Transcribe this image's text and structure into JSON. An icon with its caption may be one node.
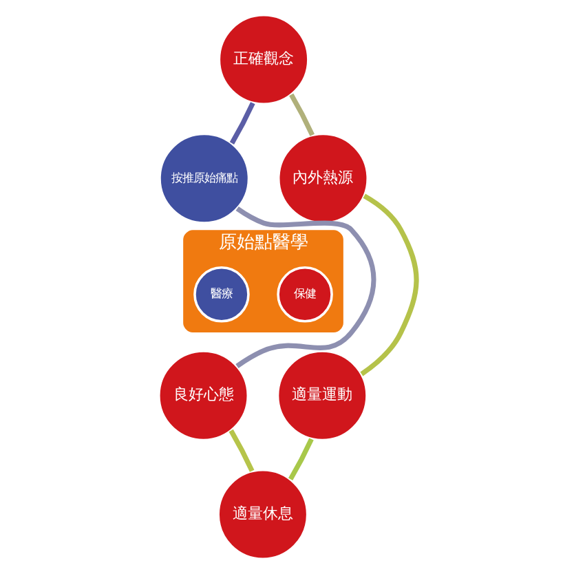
{
  "diagram": {
    "nodes": [
      {
        "text": [
          "原始點醫學"
        ]
      },
      {
        "text": [
          "醫療"
        ],
        "in": 0
      },
      {
        "text": [
          "保健"
        ],
        "in": 0
      },
      {
        "text": [
          "正確觀念"
        ]
      },
      {
        "text": [
          "內外熱源"
        ]
      },
      {
        "text": [
          "適量運動"
        ]
      },
      {
        "text": [
          "適量休息"
        ]
      },
      {
        "text": [
          "良好心態"
        ]
      },
      {
        "text": [
          "按推原始痛點"
        ]
      }
    ],
    "edges": [
      {
        "from": 3,
        "to": 4,
        "arrow": "none",
        "color": "#b0b07a"
      },
      {
        "from": 4,
        "to": 5,
        "arrow": "none",
        "color": "#b5c24a"
      },
      {
        "from": 5,
        "to": 6,
        "arrow": "none",
        "color": "#a8c84a"
      },
      {
        "from": 6,
        "to": 7,
        "arrow": "none",
        "color": "#b6c44a"
      },
      {
        "from": 7,
        "to": 8,
        "arrow": "none",
        "color": "#8d8fb0"
      },
      {
        "from": 8,
        "to": 3,
        "arrow": "none",
        "color": "#5b5ea6"
      }
    ]
  }
}
